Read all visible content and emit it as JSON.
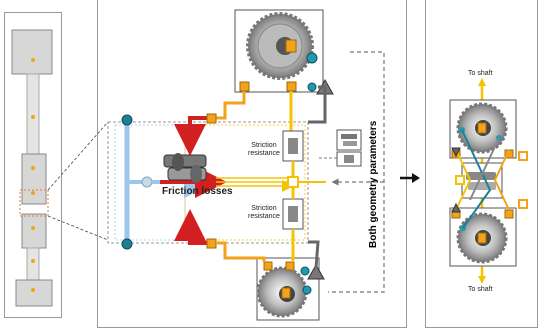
{
  "labels": {
    "friction_losses": "Friction losses",
    "striction_top": "Striction\nresistance",
    "striction_bottom": "Striction\nresistance",
    "geometry_params": "Both geometry parameters",
    "to_shaft_top": "To shaft",
    "to_shaft_bottom": "To shaft"
  },
  "colors": {
    "orange": "#f2a21b",
    "yellow": "#f5c400",
    "red": "#d21f1f",
    "blue_light": "#9cc6ea",
    "teal": "#1f7f95",
    "gray_port": "#666666",
    "dashed": "#777777"
  },
  "icons": [
    "gear-icon",
    "worm-gear-icon",
    "resistor-icon",
    "arrow-right-icon"
  ]
}
